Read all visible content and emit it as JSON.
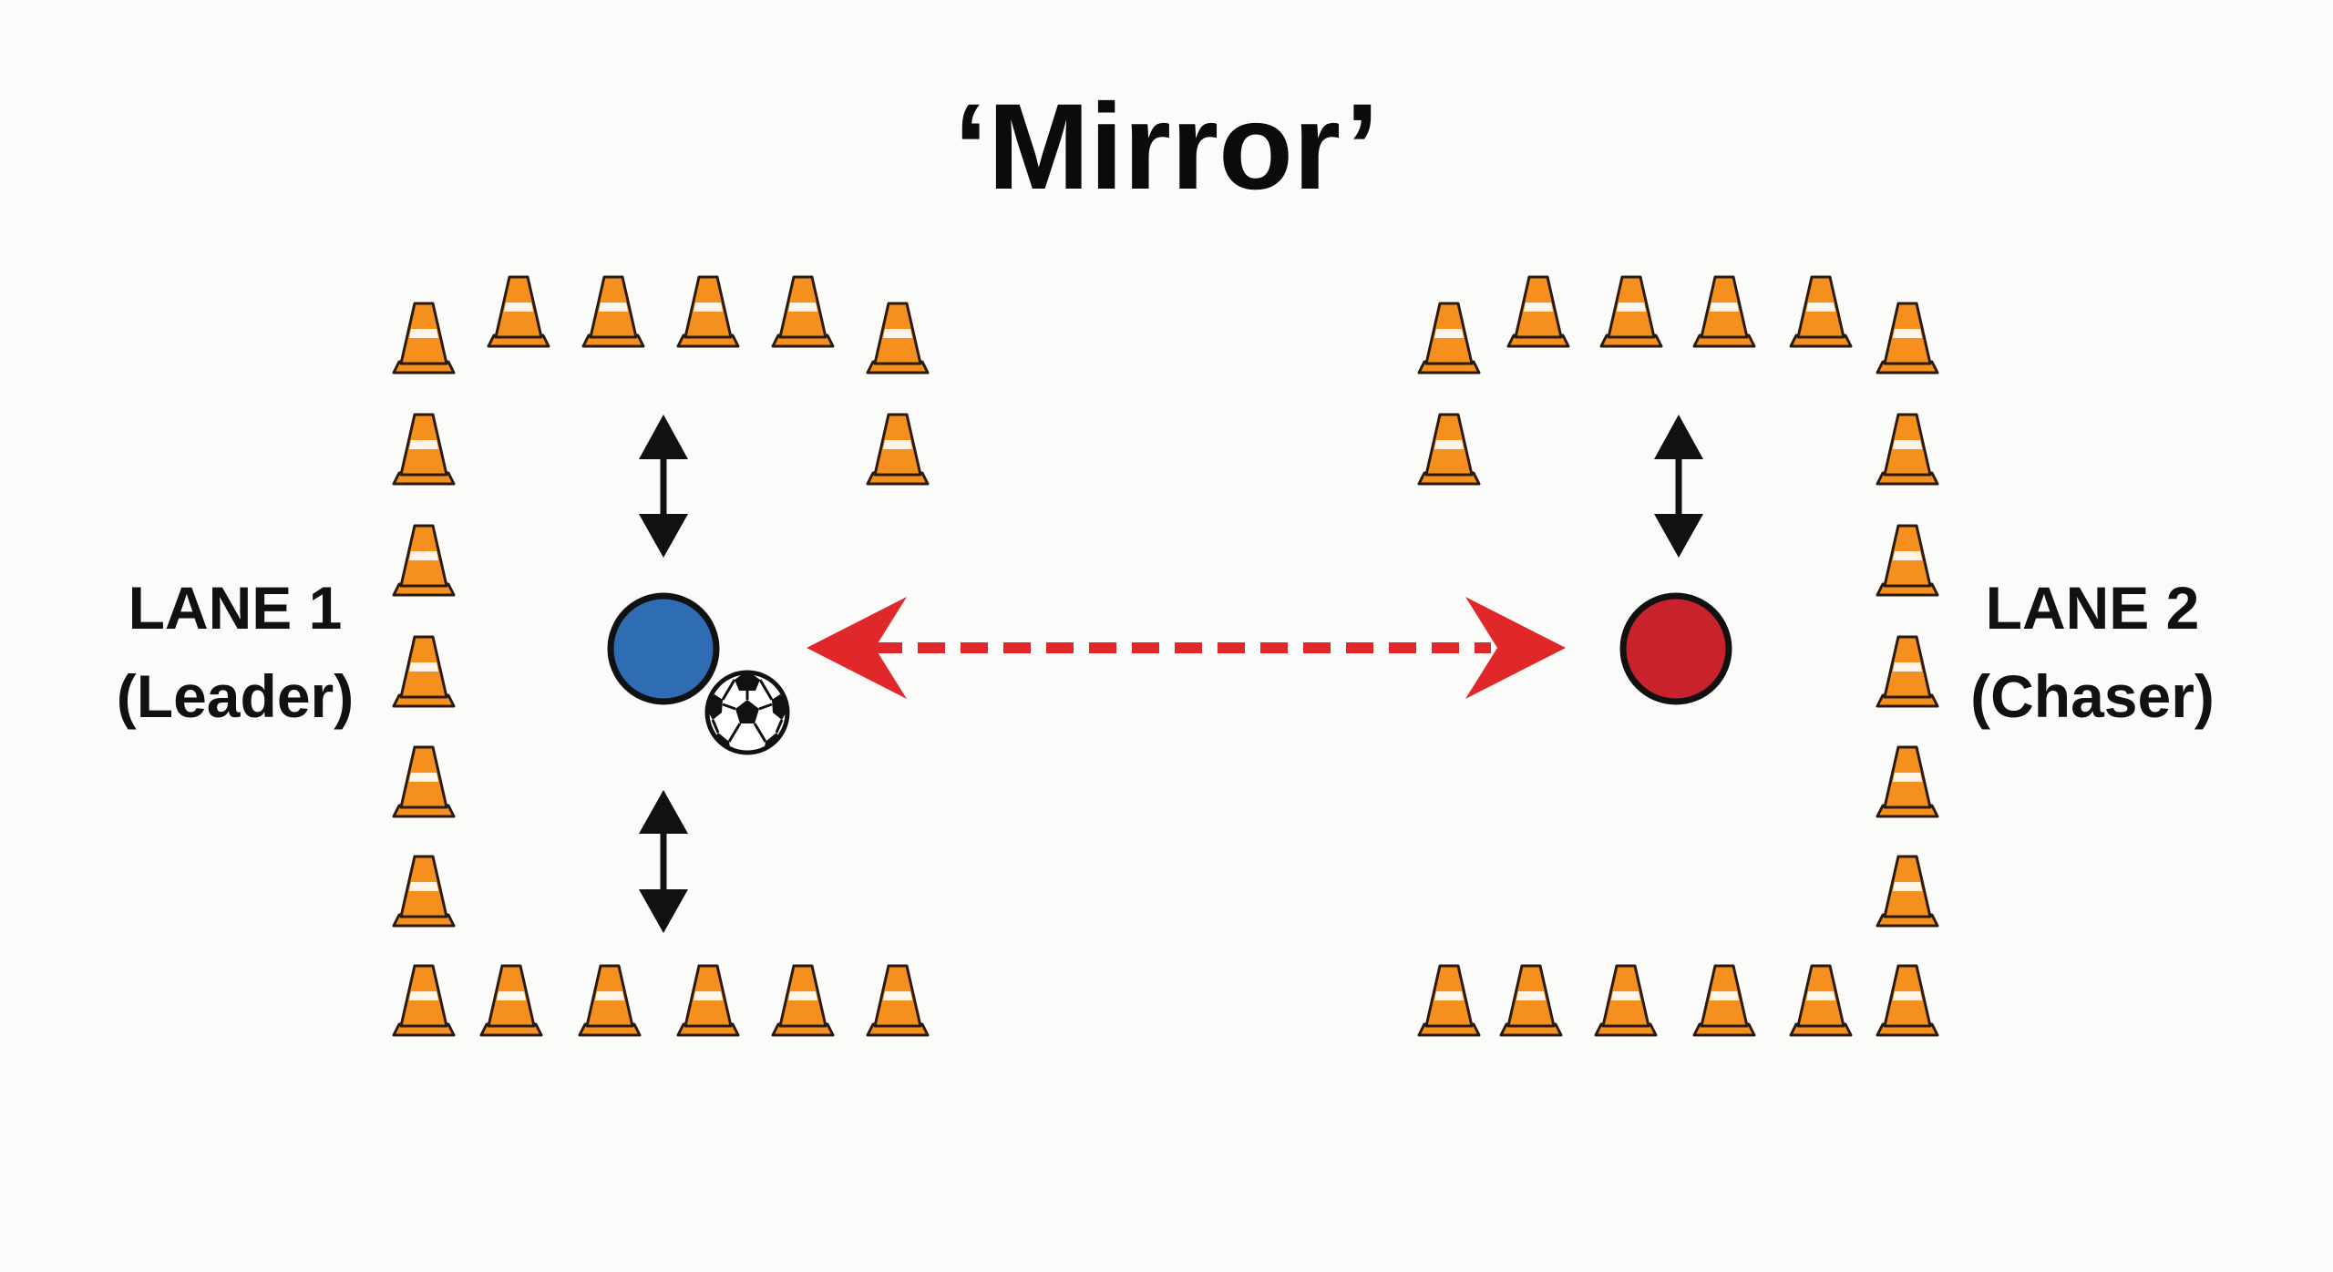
{
  "title": "‘Mirror’",
  "lanes": [
    {
      "id": "lane-1",
      "label_line1": "LANE 1",
      "label_line2": "(Leader)",
      "player_color": "#2e6db4",
      "has_ball": true,
      "movement": "up-down"
    },
    {
      "id": "lane-2",
      "label_line1": "LANE 2",
      "label_line2": "(Chaser)",
      "player_color": "#c8232c",
      "has_ball": false,
      "movement": "up-down"
    }
  ],
  "link_between_players": {
    "style": "dashed",
    "color": "#e0272a",
    "direction": "both"
  },
  "colors": {
    "cone_fill": "#f5901e",
    "cone_stroke": "#2b1a10",
    "cone_stripe": "#ffffff",
    "arrow": "#111111",
    "background": "#fbfbf9"
  },
  "icons": {
    "cone": "traffic-cone-icon",
    "ball": "soccer-ball-icon",
    "vertical_arrow": "double-headed-vertical-arrow-icon",
    "horizontal_arrow": "double-headed-horizontal-arrow-icon"
  }
}
